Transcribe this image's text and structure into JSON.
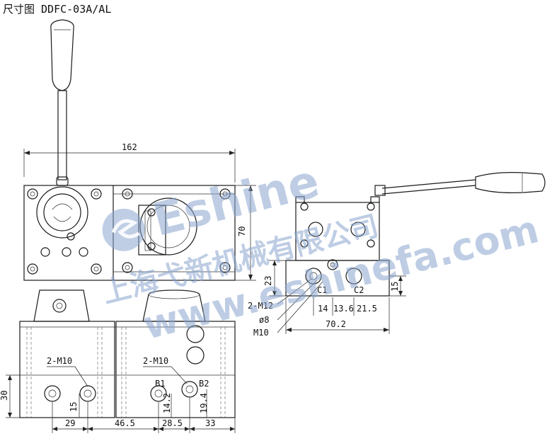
{
  "title": "尺寸图 DDFC-03A/AL",
  "watermark": {
    "brand": "Eshine",
    "company": "上海弋新机械有限公司",
    "website": "www.eshinefa.com",
    "color": "#8aa6cf"
  },
  "dimensions": {
    "top_width": "162",
    "top_height": "70",
    "side_h23": "23",
    "side_h15": "15",
    "side_thread": "2-M12",
    "side_d1": "14",
    "side_d2": "13.6",
    "side_d3": "21.5",
    "side_dia": "ø8",
    "side_port": "M10",
    "side_total": "70.2",
    "port_c1": "C1",
    "port_c2": "C2",
    "front_left_thread": "2-M10",
    "front_right_thread": "2-M10",
    "front_h30": "30",
    "front_h15": "15",
    "front_h14_2": "14.2",
    "front_h19_4": "19.4",
    "port_b1": "B1",
    "port_b2": "B2",
    "bottom_29": "29",
    "bottom_46_5": "46.5",
    "bottom_28_5": "28.5",
    "bottom_33": "33"
  }
}
